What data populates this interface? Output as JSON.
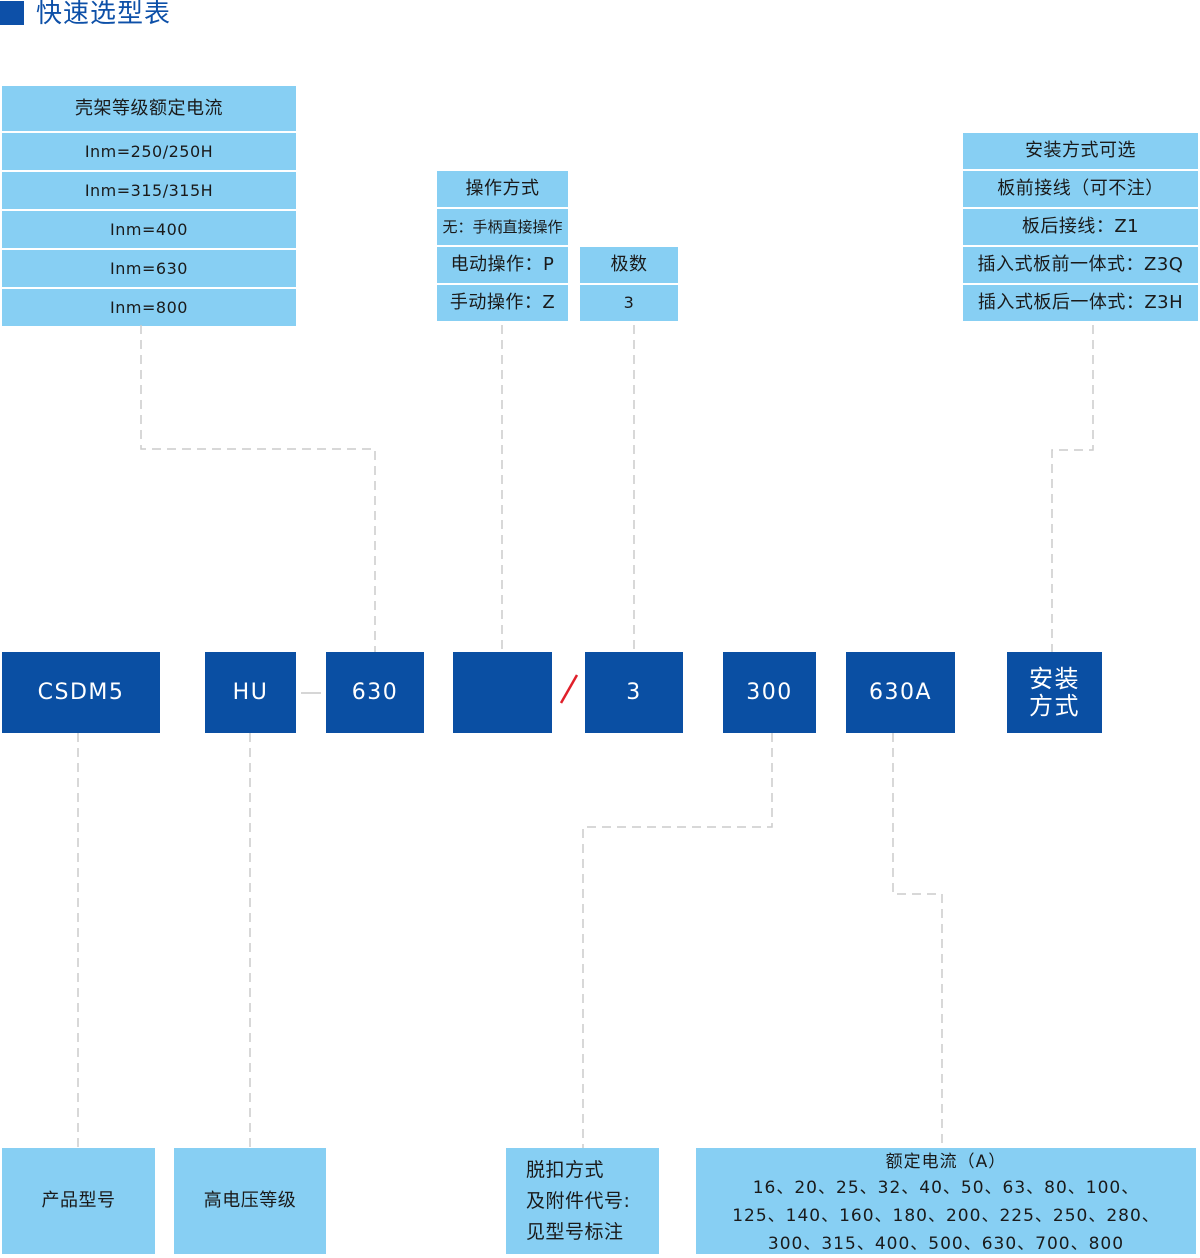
{
  "header": {
    "title": "快速选型表"
  },
  "shell_current": {
    "header": "壳架等级额定电流",
    "rows": [
      "Inm=250/250H",
      "Inm=315/315H",
      "Inm=400",
      "Inm=630",
      "Inm=800"
    ]
  },
  "operation": {
    "header": "操作方式",
    "rows": [
      "无：手柄直接操作",
      "电动操作：P",
      "手动操作：Z"
    ]
  },
  "poles": {
    "header": "极数",
    "rows": [
      "3"
    ]
  },
  "mounting": {
    "header": "安装方式可选",
    "rows": [
      "板前接线（可不注）",
      "板后接线：Z1",
      "插入式板前一体式：Z3Q",
      "插入式板后一体式：Z3H"
    ]
  },
  "model_code": {
    "parts": [
      "CSDM5",
      "HU",
      "630",
      "",
      "3",
      "300",
      "630A"
    ],
    "mount_line1": "安装",
    "mount_line2": "方式"
  },
  "bottom": {
    "product_model": "产品型号",
    "voltage_level": "高电压等级",
    "trip_line1": "脱扣方式",
    "trip_line2": "及附件代号:",
    "trip_line3": "见型号标注",
    "rated_title": "额定电流（A）",
    "rated_line1": "16、20、25、32、40、50、63、80、100、",
    "rated_line2": "125、140、160、180、200、225、250、280、",
    "rated_line3": "300、315、400、500、630、700、800"
  },
  "colors": {
    "accent": "#0d50a8",
    "code_box": "#0a4fa3",
    "light_cell": "#87cff3",
    "connector": "#cccccc",
    "slash": "#e0202a"
  }
}
